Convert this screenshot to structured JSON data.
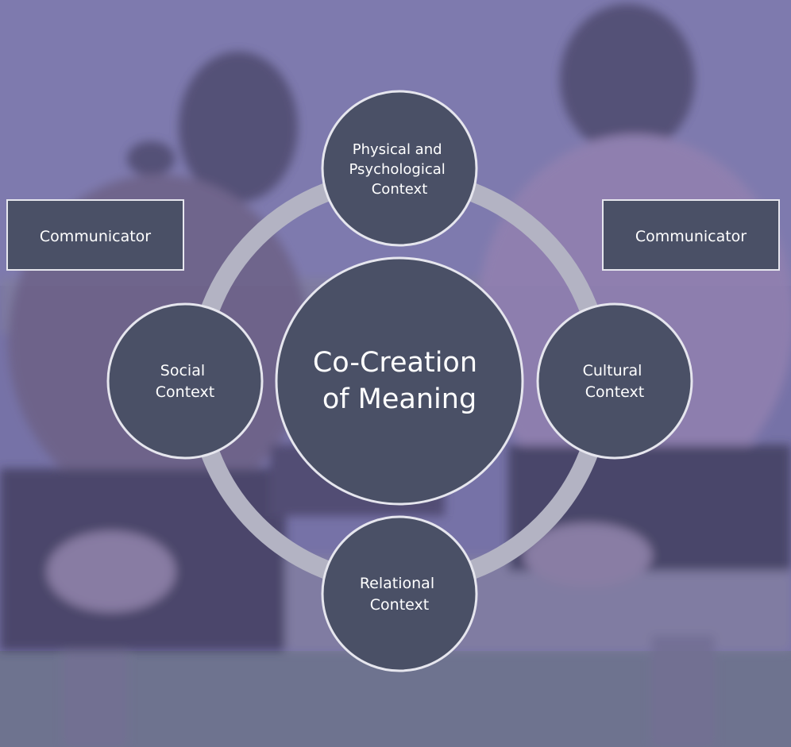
{
  "diagram": {
    "center": {
      "lines": [
        "Co-Creation",
        "of Meaning"
      ]
    },
    "contexts": [
      {
        "id": "physical-psychological",
        "lines": [
          "Physical and",
          "Psychological",
          "Context"
        ]
      },
      {
        "id": "social",
        "lines": [
          "Social",
          "Context"
        ]
      },
      {
        "id": "cultural",
        "lines": [
          "Cultural",
          "Context"
        ]
      },
      {
        "id": "relational",
        "lines": [
          "Relational",
          "Context"
        ]
      }
    ],
    "communicators": [
      {
        "id": "left",
        "label": "Communicator"
      },
      {
        "id": "right",
        "label": "Communicator"
      }
    ]
  },
  "colors": {
    "node_fill": "#4a5066",
    "node_stroke": "#e6e6ee",
    "ring": "#b3b3c3",
    "text": "#ffffff",
    "overlay": "#6c68a0"
  }
}
